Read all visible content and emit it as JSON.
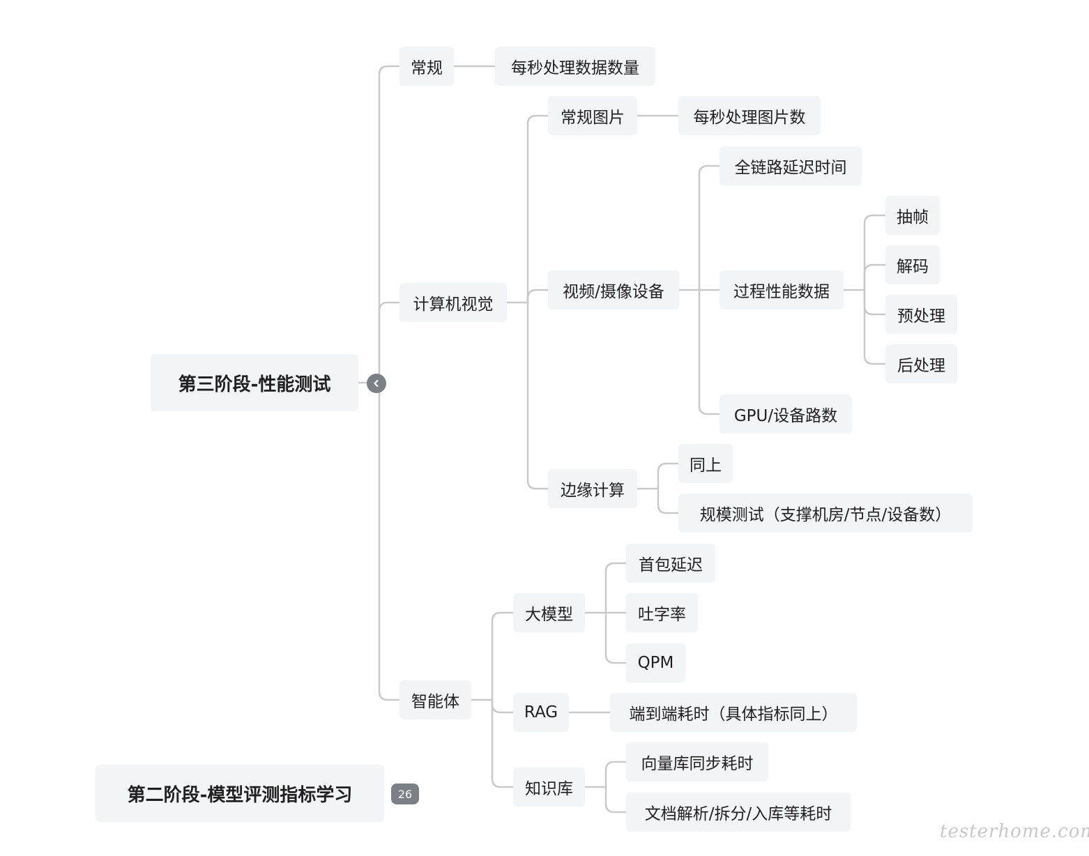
{
  "nodes": [
    {
      "id": "root",
      "label": "第三阶段-性能测试"
    },
    {
      "id": "changgui",
      "label": "常规"
    },
    {
      "id": "changgui-rate",
      "label": "每秒处理数据数量"
    },
    {
      "id": "cv",
      "label": "计算机视觉"
    },
    {
      "id": "cv-image",
      "label": "常规图片"
    },
    {
      "id": "cv-image-rate",
      "label": "每秒处理图片数"
    },
    {
      "id": "cv-video",
      "label": "视频/摄像设备"
    },
    {
      "id": "cv-latency",
      "label": "全链路延迟时间"
    },
    {
      "id": "cv-process",
      "label": "过程性能数据"
    },
    {
      "id": "cv-frame",
      "label": "抽帧"
    },
    {
      "id": "cv-decode",
      "label": "解码"
    },
    {
      "id": "cv-pre",
      "label": "预处理"
    },
    {
      "id": "cv-post",
      "label": "后处理"
    },
    {
      "id": "cv-gpu",
      "label": "GPU/设备路数"
    },
    {
      "id": "cv-edge",
      "label": "边缘计算"
    },
    {
      "id": "cv-edge-same",
      "label": "同上"
    },
    {
      "id": "cv-edge-scale",
      "label": "规模测试（支撑机房/节点/设备数）"
    },
    {
      "id": "agent",
      "label": "智能体"
    },
    {
      "id": "llm",
      "label": "大模型"
    },
    {
      "id": "llm-first",
      "label": "首包延迟"
    },
    {
      "id": "llm-tps",
      "label": "吐字率"
    },
    {
      "id": "llm-qpm",
      "label": "QPM"
    },
    {
      "id": "rag",
      "label": "RAG"
    },
    {
      "id": "rag-e2e",
      "label": "端到端耗时（具体指标同上）"
    },
    {
      "id": "kb",
      "label": "知识库"
    },
    {
      "id": "kb-sync",
      "label": "向量库同步耗时"
    },
    {
      "id": "kb-parse",
      "label": "文档解析/拆分/入库等耗时"
    },
    {
      "id": "stage2",
      "label": "第二阶段-模型评测指标学习"
    }
  ],
  "collapsed_badge": "26",
  "watermark": "testerhome.com",
  "colors": {
    "node_bg": "#f3f4f5",
    "line": "#c9c9c9",
    "badge": "#7b7f86"
  }
}
